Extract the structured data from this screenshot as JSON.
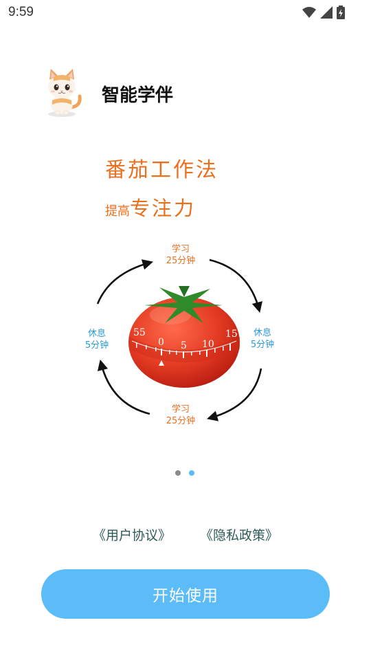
{
  "status_bar": {
    "time": "9:59",
    "icons": [
      "wifi-icon",
      "cellular-signal-icon",
      "battery-charging-icon"
    ]
  },
  "header": {
    "app_title": "智能学伴",
    "logo_icon": "cat-mascot-icon"
  },
  "slide": {
    "headline": "番茄工作法",
    "subline_small": "提高",
    "subline_big": "专注力",
    "diagram": {
      "top": {
        "line1": "学习",
        "line2": "25分钟"
      },
      "right": {
        "line1": "休息",
        "line2": "5分钟"
      },
      "bottom": {
        "line1": "学习",
        "line2": "25分钟"
      },
      "left": {
        "line1": "休息",
        "line2": "5分钟"
      },
      "timer_ticks": [
        "55",
        "0",
        "5",
        "10",
        "15"
      ],
      "colors": {
        "study": "#ec6f1e",
        "rest": "#2a9bd8",
        "tomato": "#e23a22"
      }
    }
  },
  "pagination": {
    "total": 2,
    "active": 2
  },
  "links": {
    "user_agreement": "《用户协议》",
    "privacy_policy": "《隐私政策》"
  },
  "start_button": {
    "label": "开始使用",
    "color": "#5bbcf8"
  }
}
